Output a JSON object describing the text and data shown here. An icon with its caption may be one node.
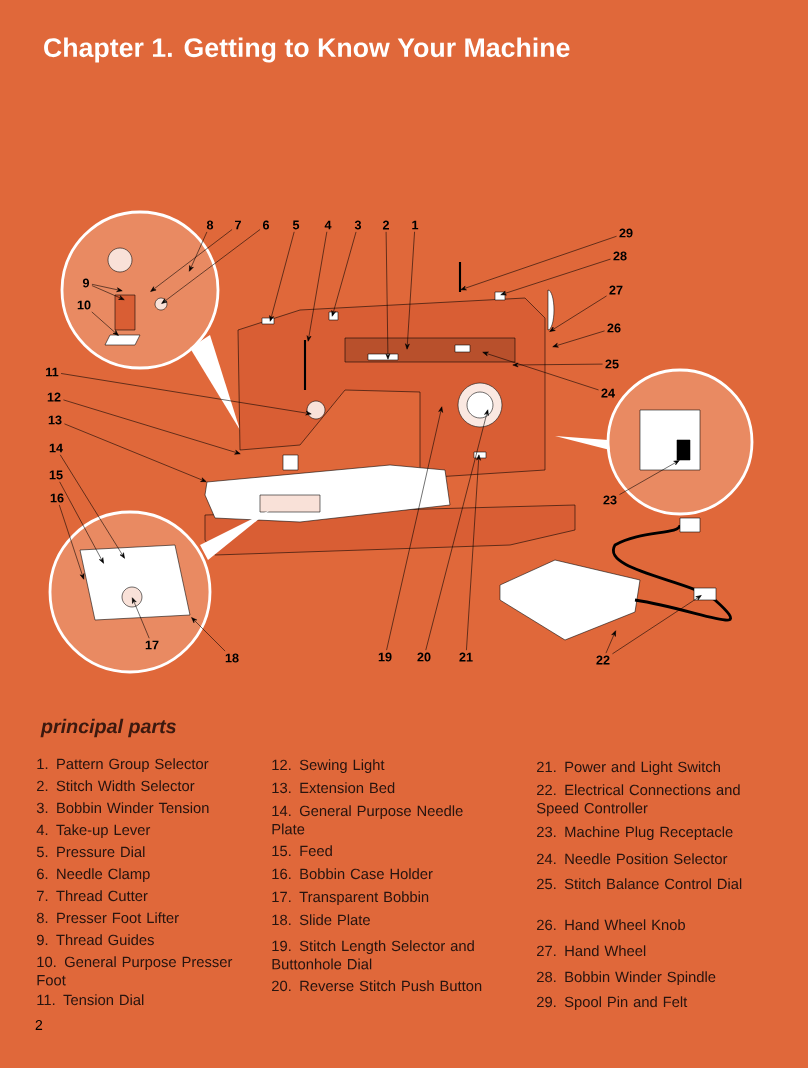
{
  "diagram": {
    "title": "Chapter 1. Getting to Know Your Machine",
    "nodes": [
      {
        "text": [
          "1"
        ]
      },
      {
        "text": [
          "2"
        ]
      },
      {
        "text": [
          "3"
        ]
      },
      {
        "text": [
          "4"
        ]
      },
      {
        "text": [
          "5"
        ]
      },
      {
        "text": [
          "6"
        ]
      },
      {
        "text": [
          "7"
        ]
      },
      {
        "text": [
          "8"
        ]
      },
      {
        "text": [
          "9"
        ],
        "in": 29
      },
      {
        "text": [
          "10"
        ],
        "in": 29
      },
      {
        "text": [
          "11"
        ]
      },
      {
        "text": [
          "12"
        ]
      },
      {
        "text": [
          "13"
        ]
      },
      {
        "text": [
          "14"
        ]
      },
      {
        "text": [
          "15"
        ]
      },
      {
        "text": [
          "16"
        ]
      },
      {
        "text": [
          "17"
        ],
        "in": 31
      },
      {
        "text": [
          "18"
        ]
      },
      {
        "text": [
          "19"
        ]
      },
      {
        "text": [
          "20"
        ]
      },
      {
        "text": [
          "21"
        ]
      },
      {
        "text": [
          "22"
        ]
      },
      {
        "text": [
          "23"
        ]
      },
      {
        "text": [
          "24"
        ]
      },
      {
        "text": [
          "25"
        ]
      },
      {
        "text": [
          "26"
        ]
      },
      {
        "text": [
          "27"
        ]
      },
      {
        "text": [
          "28"
        ]
      },
      {
        "text": [
          "29"
        ]
      },
      {
        "text": [],
        "shape": "picture"
      },
      {
        "text": [],
        "shape": "picture"
      },
      {
        "text": [],
        "shape": "picture"
      },
      {
        "text": [],
        "shape": "picture"
      },
      {
        "text": [],
        "shape": "picture"
      }
    ],
    "edges": [
      {
        "from": 0,
        "to": 30,
        "arrow": "to"
      },
      {
        "from": 1,
        "to": 30,
        "arrow": "to"
      },
      {
        "from": 2,
        "to": 30,
        "arrow": "to"
      },
      {
        "from": 3,
        "to": 30,
        "arrow": "to"
      },
      {
        "from": 4,
        "to": 30,
        "arrow": "to"
      },
      {
        "from": 5,
        "to": 29,
        "arrow": "to"
      },
      {
        "from": 6,
        "to": 29,
        "arrow": "to"
      },
      {
        "from": 7,
        "to": 29,
        "arrow": "to"
      },
      {
        "from": 8,
        "to": 29,
        "arrow": "to"
      },
      {
        "from": 8,
        "to": 29,
        "arrow": "to"
      },
      {
        "from": 9,
        "to": 29,
        "arrow": "to"
      },
      {
        "from": 10,
        "to": 30,
        "arrow": "to"
      },
      {
        "from": 11,
        "to": 30,
        "arrow": "to"
      },
      {
        "from": 12,
        "to": 30,
        "arrow": "to"
      },
      {
        "from": 13,
        "to": 31,
        "arrow": "to"
      },
      {
        "from": 14,
        "to": 31,
        "arrow": "to"
      },
      {
        "from": 15,
        "to": 31,
        "arrow": "to"
      },
      {
        "from": 16,
        "to": 31,
        "arrow": "to"
      },
      {
        "from": 17,
        "to": 31,
        "arrow": "to"
      },
      {
        "from": 18,
        "to": 30,
        "arrow": "to"
      },
      {
        "from": 19,
        "to": 30,
        "arrow": "to"
      },
      {
        "from": 20,
        "to": 30,
        "arrow": "to"
      },
      {
        "from": 21,
        "to": 33,
        "arrow": "to"
      },
      {
        "from": 21,
        "to": 33,
        "arrow": "to"
      },
      {
        "from": 22,
        "to": 32,
        "arrow": "to"
      },
      {
        "from": 23,
        "to": 30,
        "arrow": "to"
      },
      {
        "from": 24,
        "to": 30,
        "arrow": "to"
      },
      {
        "from": 25,
        "to": 30,
        "arrow": "to"
      },
      {
        "from": 26,
        "to": 30,
        "arrow": "to"
      },
      {
        "from": 27,
        "to": 30,
        "arrow": "to"
      },
      {
        "from": 28,
        "to": 30,
        "arrow": "to"
      }
    ],
    "labels": [
      "principal parts",
      "1. Pattern Group Selector",
      "2. Stitch Width Selector",
      "3. Bobbin Winder Tension",
      "4. Take-up Lever",
      "5. Pressure Dial",
      "6. Needle Clamp",
      "7. Thread Cutter",
      "8. Presser Foot Lifter",
      "9. Thread Guides",
      "10. General Purpose Presser Foot",
      "11. Tension Dial",
      "12. Sewing Light",
      "13. Extension Bed",
      "14. General Purpose Needle Plate",
      "15. Feed",
      "16. Bobbin Case Holder",
      "17. Transparent Bobbin",
      "18. Slide Plate",
      "19. Stitch Length Selector and Buttonhole Dial",
      "20. Reverse Stitch Push Button",
      "21. Power and Light Switch",
      "22. Electrical Connections and Speed Controller",
      "23. Machine Plug Receptacle",
      "24. Needle Position Selector",
      "25. Stitch Balance Control Dial",
      "26. Hand Wheel Knob",
      "27. Hand Wheel",
      "28. Bobbin Winder Spindle",
      "29. Spool Pin and Felt",
      "2"
    ]
  }
}
